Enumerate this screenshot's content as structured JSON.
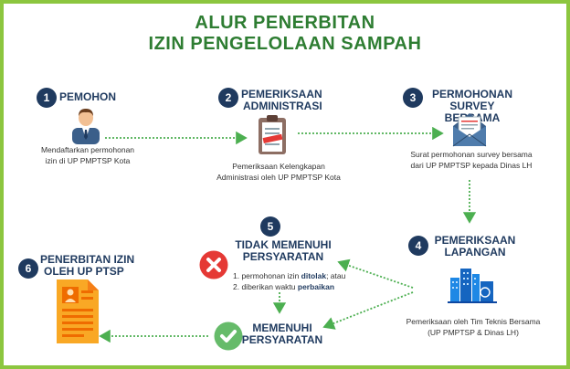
{
  "title": {
    "line1": "ALUR PENERBITAN",
    "line2": "IZIN PENGELOLAAN SAMPAH"
  },
  "steps": [
    {
      "number": "1",
      "heading": "PEMOHON",
      "description": [
        "Mendaftarkan permohonan",
        "izin di UP PMPTSP Kota"
      ],
      "icon": "person-icon"
    },
    {
      "number": "2",
      "heading": [
        "PEMERIKSAAN",
        "ADMINISTRASI"
      ],
      "description": [
        "Pemeriksaan Kelengkapan",
        "Administrasi oleh UP PMPTSP Kota"
      ],
      "icon": "clipboard-icon"
    },
    {
      "number": "3",
      "heading": [
        "PERMOHONAN",
        "SURVEY BERSAMA"
      ],
      "description": [
        "Surat permohonan survey bersama",
        "dari UP PMPTSP kepada Dinas LH"
      ],
      "icon": "envelope-icon"
    },
    {
      "number": "4",
      "heading": [
        "PEMERIKSAAN",
        "LAPANGAN"
      ],
      "description": [
        "Pemeriksaan oleh Tim Teknis Bersama",
        "(UP PMPTSP & Dinas LH)"
      ],
      "icon": "factory-icon"
    },
    {
      "number": "5",
      "heading_fail": [
        "TIDAK MEMENUHI",
        "PERSYARATAN"
      ],
      "options": [
        {
          "prefix": "1. permohonan izin ",
          "bold": "ditolak",
          "suffix": "; atau"
        },
        {
          "prefix": "2. diberikan waktu ",
          "bold": "perbaikan",
          "suffix": ""
        }
      ],
      "heading_pass": [
        "MEMENUHI",
        "PERSYARATAN"
      ],
      "icon_fail": "cross-icon",
      "icon_pass": "check-icon"
    },
    {
      "number": "6",
      "heading": [
        "PENERBITAN IZIN",
        "OLEH UP PTSP"
      ],
      "icon": "document-icon"
    }
  ],
  "colors": {
    "frame": "#8cc63f",
    "title": "#2e7d32",
    "badge": "#1f3a5f",
    "arrow": "#4caf50",
    "fail": "#e53935",
    "pass": "#66bb6a"
  }
}
